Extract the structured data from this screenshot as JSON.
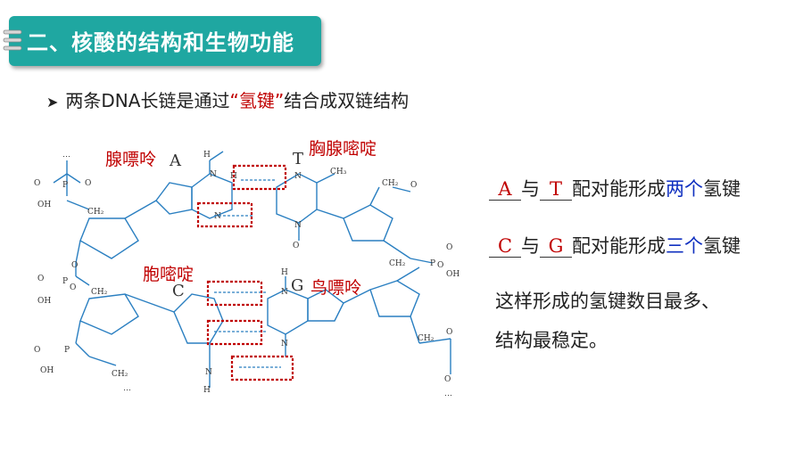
{
  "header": {
    "title": "二、核酸的结构和生物功能"
  },
  "bullet": {
    "arrow": "➤",
    "before": "两条DNA长链是通过",
    "highlight": "“氢键”",
    "after": "结合成双链结构"
  },
  "diagram": {
    "labels": {
      "adenine": "腺嘌呤",
      "thymine": "胸腺嘧啶",
      "cytosine": "胞嘧啶",
      "guanine": "鸟嘌呤"
    },
    "letters": {
      "A": "A",
      "T": "T",
      "C": "C",
      "G": "G"
    }
  },
  "pairs": [
    {
      "base1": "A",
      "base2": "T",
      "text": "配对能形成",
      "count": "两个",
      "suffix": "氢键"
    },
    {
      "base1": "C",
      "base2": "G",
      "text": "配对能形成",
      "count": "三个",
      "suffix": "氢键"
    }
  ],
  "yu": "与",
  "conclusion": {
    "line1": "这样形成的氢键数目最多、",
    "line2": "结构最稳定。"
  },
  "colors": {
    "teal": "#1fa7a1",
    "red": "#c00000",
    "blue": "#1030c0",
    "bond": "#2a7fc1"
  }
}
